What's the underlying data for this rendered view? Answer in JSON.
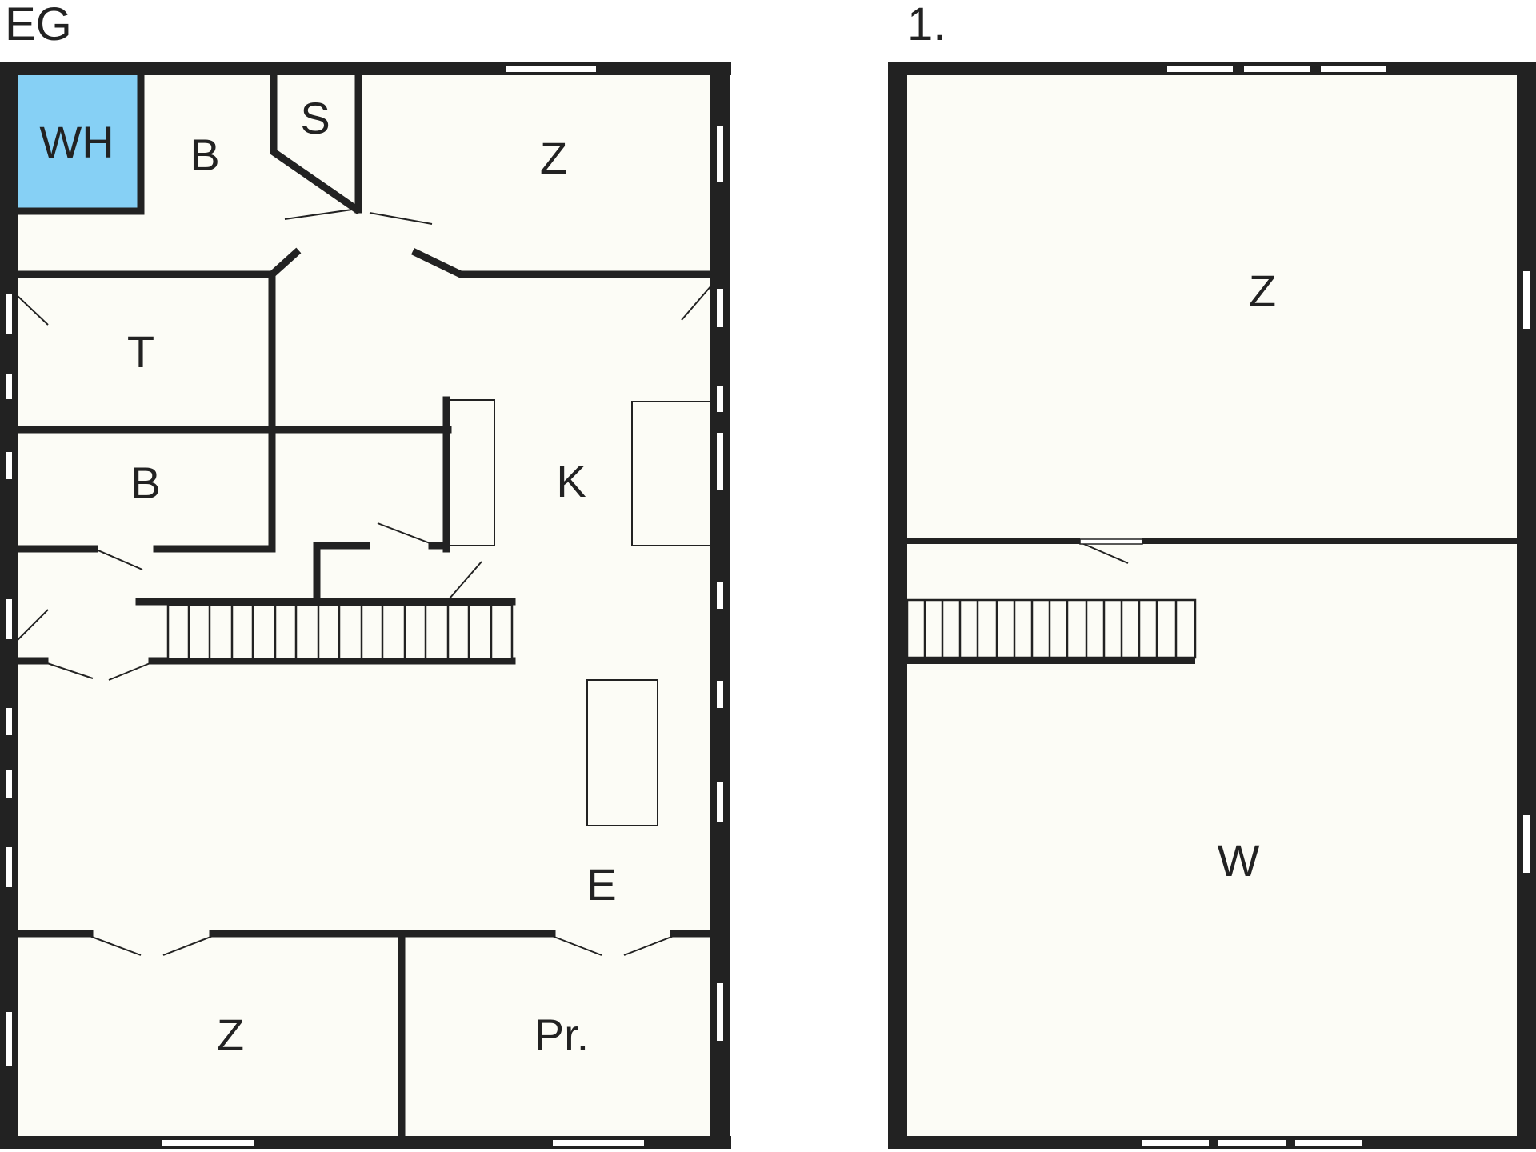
{
  "colors": {
    "wall": "#222222",
    "floor": "#fcfcf6",
    "bathroom_wh": "#86d0f5",
    "fixture_stroke": "#222222",
    "window_fill": "#ffffff"
  },
  "ground_floor": {
    "title": "EG",
    "rooms": {
      "wh": "WH",
      "bath_top": "B",
      "storage": "S",
      "bedroom_top": "Z",
      "toilet": "T",
      "bath_mid": "B",
      "kitchen": "K",
      "entrance": "E",
      "bedroom_bottom": "Z",
      "practice": "Pr."
    }
  },
  "first_floor": {
    "title": "1.",
    "rooms": {
      "bedroom": "Z",
      "living": "W"
    }
  }
}
